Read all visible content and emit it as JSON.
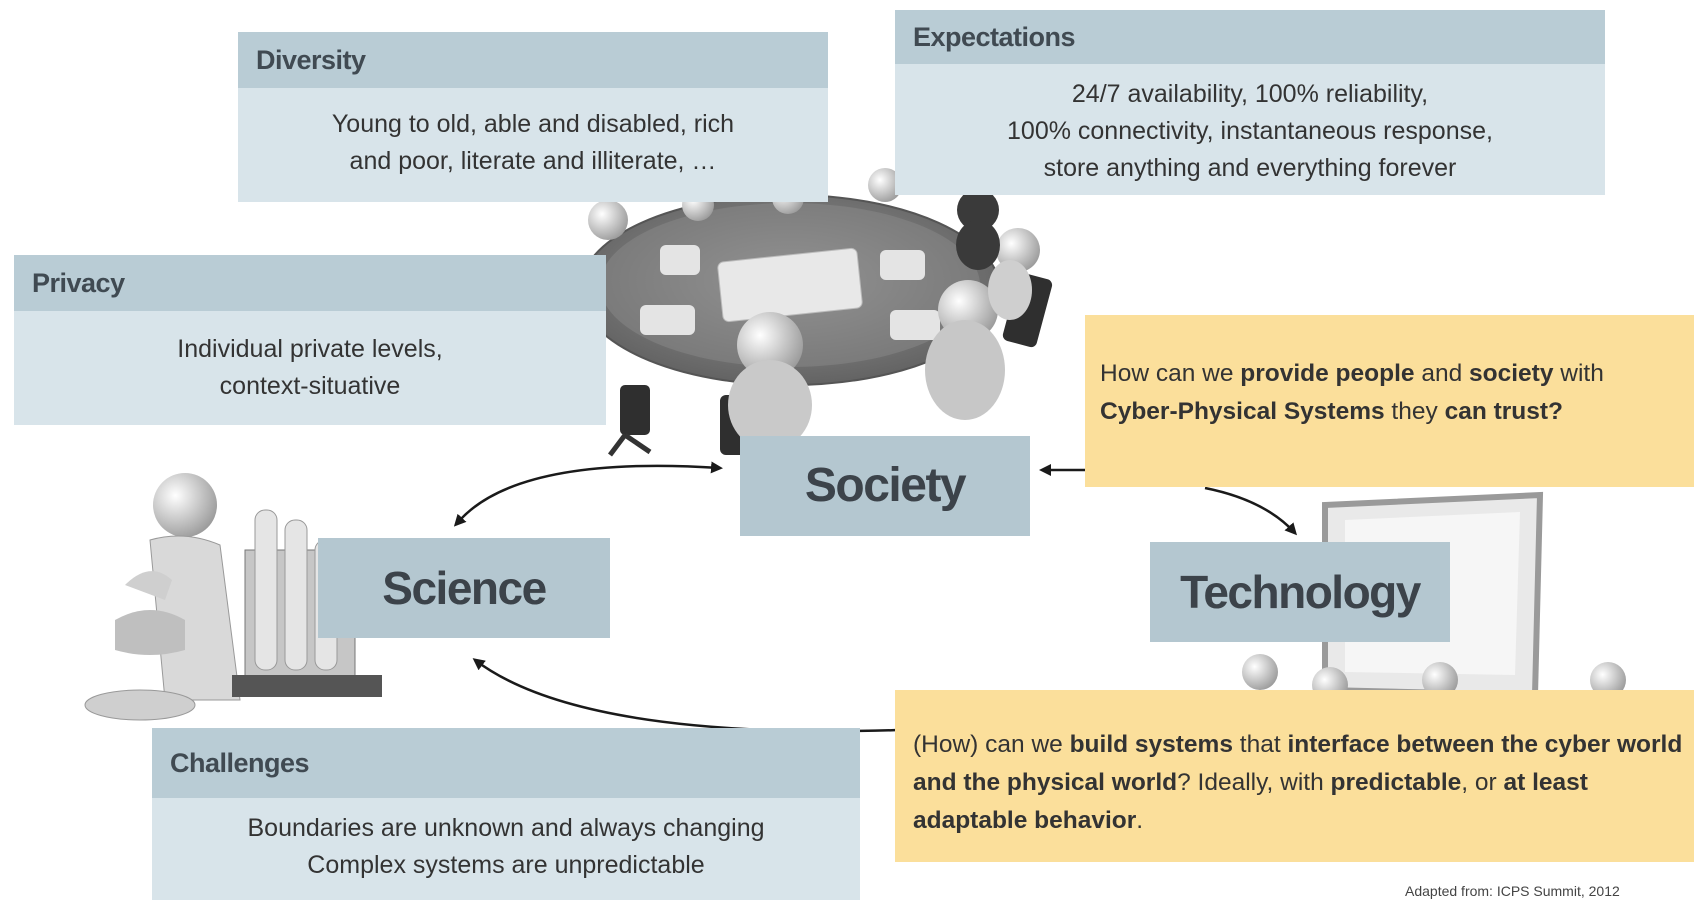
{
  "diversity": {
    "title": "Diversity",
    "lines": [
      "Young to old, able and disabled, rich",
      "and poor, literate and illiterate, …"
    ]
  },
  "expectations": {
    "title": "Expectations",
    "lines": [
      "24/7 availability, 100% reliability,",
      "100% connectivity, instantaneous response,",
      "store anything and everything forever"
    ]
  },
  "privacy": {
    "title": "Privacy",
    "lines": [
      "Individual private levels,",
      "context-situative"
    ]
  },
  "challenges": {
    "title": "Challenges",
    "lines": [
      "Boundaries are unknown and always changing",
      "Complex systems are unpredictable"
    ]
  },
  "nodes": {
    "society": "Society",
    "science": "Science",
    "technology": "Technology"
  },
  "question_trust": {
    "p1": "How can we ",
    "b1": "provide people",
    "p2": " and ",
    "b2": "society",
    "p3": " with ",
    "b3": "Cyber-Physical Systems",
    "p4": " they ",
    "b4": "can trust?"
  },
  "question_build": {
    "p1": "(How) can we ",
    "b1": "build systems",
    "p2": " that ",
    "b2": "interface between the cyber world and the physical world",
    "p3": "? Ideally, with ",
    "b3": "predictable",
    "p4": ", or ",
    "b4": "at least adaptable behavior",
    "p5": "."
  },
  "credit": "Adapted from: ICPS Summit, 2012",
  "colors": {
    "box_body": "#d8e4ea",
    "box_header": "#b9ccd5",
    "node_fill": "#b4c7d0",
    "question_fill": "#fbdf9b"
  }
}
